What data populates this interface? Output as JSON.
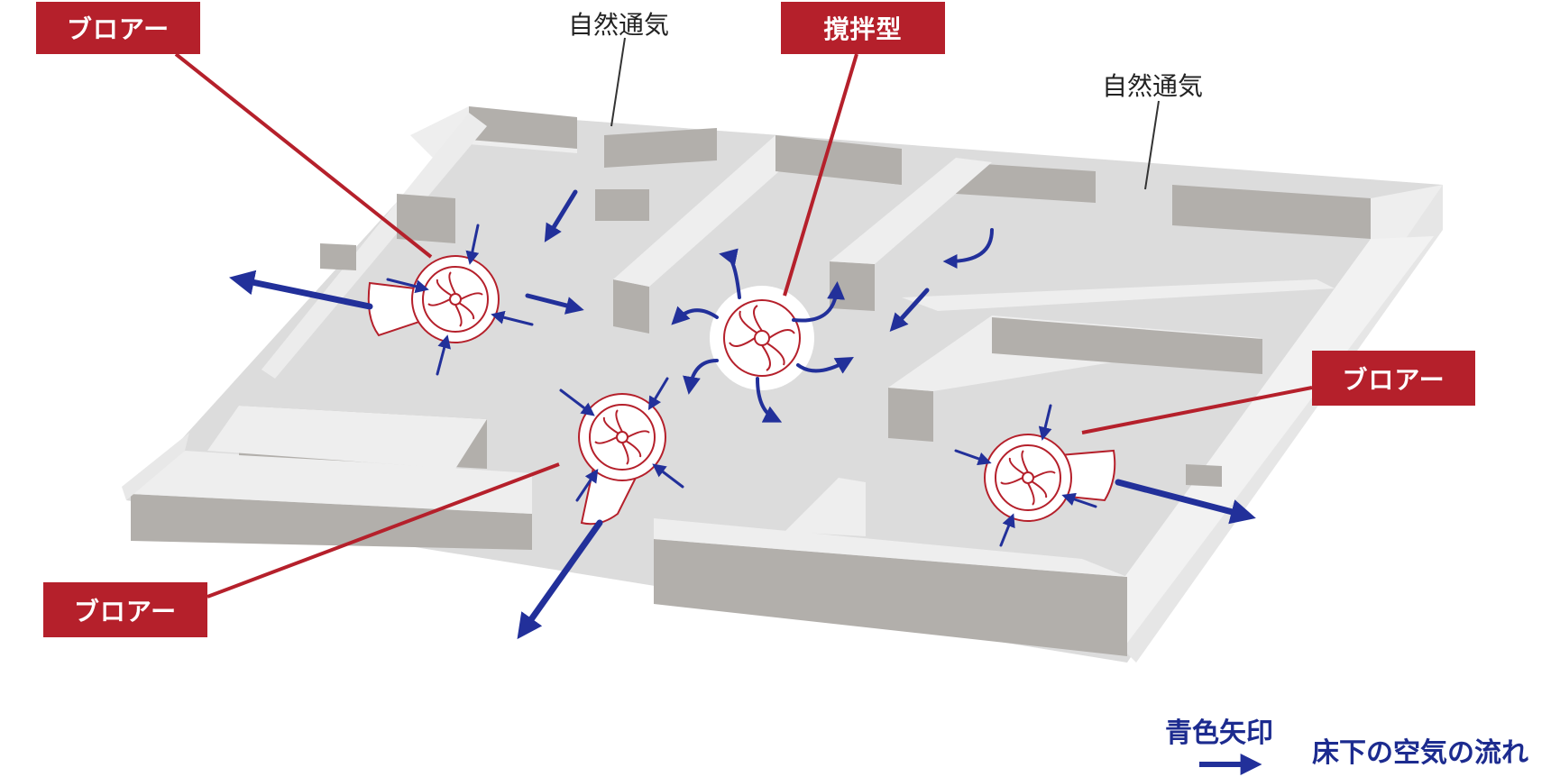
{
  "labels": {
    "blower_top_left": "ブロアー",
    "blower_bottom_left": "ブロアー",
    "blower_right": "ブロアー",
    "stirrer": "撹拌型",
    "natural_vent_1": "自然通気",
    "natural_vent_2": "自然通気"
  },
  "legend": {
    "title": "青色矢印",
    "description": "床下の空気の流れ"
  },
  "colors": {
    "label_red": "#b5202b",
    "arrow_blue": "#22309a",
    "wall_top": "#eeeeee",
    "wall_side": "#b2afab",
    "floor": "#dcdcdc"
  }
}
